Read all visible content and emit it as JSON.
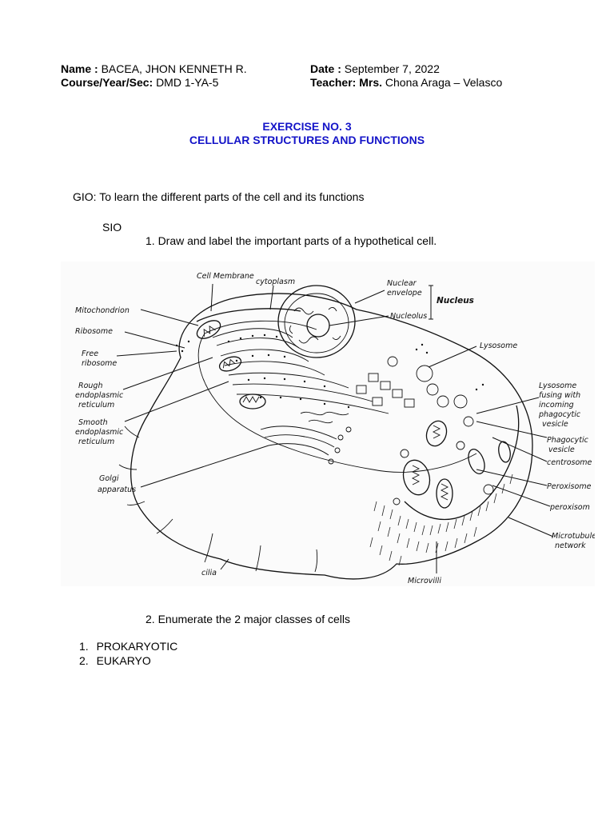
{
  "header": {
    "name_label": "Name :",
    "name_value": "BACEA, JHON KENNETH R.",
    "course_label": "Course/Year/Sec:",
    "course_value": "DMD 1-YA-5",
    "date_label": "Date :",
    "date_value": "September  7, 2022",
    "teacher_label": "Teacher:",
    "teacher_title": "Mrs.",
    "teacher_value": "Chona Araga – Velasco"
  },
  "exercise": {
    "number": "EXERCISE NO. 3",
    "title": "CELLULAR STRUCTURES AND FUNCTIONS",
    "accent_color": "#1414c8"
  },
  "objectives": {
    "gio": "GIO: To learn the different parts of the cell and its functions",
    "sio_label": "SIO",
    "item1": "1. Draw and label the important parts of a hypothetical cell.",
    "item2": "2. Enumerate the 2 major classes of cells"
  },
  "figure": {
    "labels": {
      "cell_membrane": "Cell Membrane",
      "cytoplasm": "cytoplasm",
      "nuclear_envelope_1": "Nuclear",
      "nuclear_envelope_2": "envelope",
      "nucleolus": "Nucleolus",
      "nucleus": "Nucleus",
      "mitochondrion": "Mitochondrion",
      "ribosome": "Ribosome",
      "free_ribosome_1": "Free",
      "free_ribosome_2": "ribosome",
      "rough_er_1": "Rough",
      "rough_er_2": "endoplasmic",
      "rough_er_3": "reticulum",
      "smooth_er_1": "Smooth",
      "smooth_er_2": "endoplasmic",
      "smooth_er_3": "reticulum",
      "golgi_1": "Golgi",
      "golgi_2": "apparatus",
      "lysosome": "Lysosome",
      "lysosome_fusing_1": "Lysosome",
      "lysosome_fusing_2": "fusing with",
      "lysosome_fusing_3": "incoming",
      "lysosome_fusing_4": "phagocytic",
      "lysosome_fusing_5": "vesicle",
      "phagocytic_1": "Phagocytic",
      "phagocytic_2": "vesicle",
      "centrosome": "centrosome",
      "peroxisome": "Peroxisome",
      "peroxisom": "peroxisom",
      "microtubule_1": "Microtubule",
      "microtubule_2": "network",
      "cilia": "cilia",
      "microvilli": "Microvilli"
    }
  },
  "answers": [
    {
      "num": "1.",
      "text": "PROKARYOTIC"
    },
    {
      "num": "2.",
      "text": "EUKARYO"
    }
  ]
}
